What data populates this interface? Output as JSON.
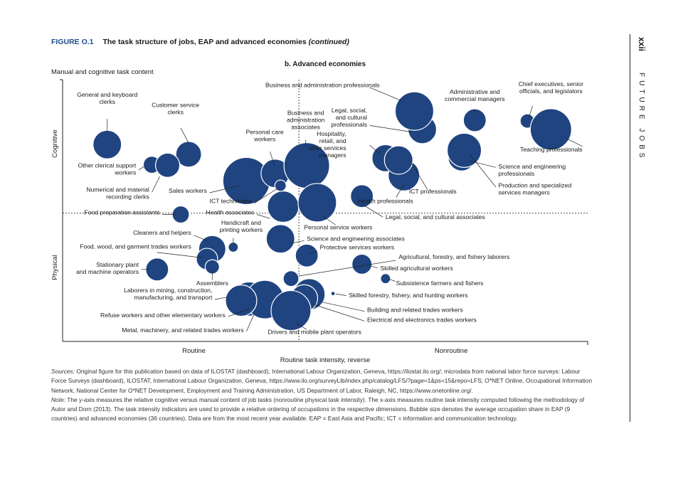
{
  "figure": {
    "number": "FIGURE O.1",
    "title": "The task structure of jobs, EAP and advanced economies",
    "continued": "(continued)"
  },
  "page": {
    "number": "xxii",
    "running_head": "FUTURE JOBS"
  },
  "notes": {
    "sources_label": "Sources:",
    "sources_text": "Original figure for this publication based on data of ILOSTAT (dashboard), International Labour Organization, Geneva, https://ilostat.ilo.org/; microdata from national labor force surveys: Labour Force Surveys (dashboard), ILOSTAT, International Labour Organization, Geneva, https://www.ilo.org/surveyLib/index.php/catalog/LFS/?page=1&ps=15&repo=LFS; O*NET Online, Occupational Information Network, National Center for O*NET Development, Employment and Training Administration, US Department of Labor, Raleigh, NC, https://www.onetonline.org/.",
    "note_label": "Note:",
    "note_text": "The y-axis measures the relative cognitive versus manual content of job tasks (nonroutine physical task intensity). The x-axis measures routine task intensity computed following the methodology of Autor and Dorn (2013). The task intensity indicators are used to provide a relative ordering of occupations in the respective dimensions. Bubble size denotes the average occupation share in EAP (9 countries) and advanced economies (36 countries). Data are from the most recent year available. EAP = East Asia and Pacific; ICT = information and communication technology."
  },
  "chart_data": {
    "type": "scatter",
    "title": "b. Advanced economies",
    "ylabel": "Manual and cognitive task content",
    "xlabel": "Routine task intensity, reverse",
    "x_tick_labels": [
      "Routine",
      "Nonroutine"
    ],
    "y_tick_labels": [
      "Cognitive",
      "Physical"
    ],
    "xlim": [
      0,
      100
    ],
    "ylim": [
      0,
      100
    ],
    "reference_lines": {
      "x": 45,
      "y": 49
    },
    "bubble_color": "#1f4480",
    "points": [
      {
        "label": "General and keyboard clerks",
        "x": 8.5,
        "y": 75.2,
        "size": 400
      },
      {
        "label": "Customer service clerks",
        "x": 24,
        "y": 71.5,
        "size": 324
      },
      {
        "label": "Other clerical support workers",
        "x": 17,
        "y": 67.5,
        "size": 144
      },
      {
        "label": "Numerical and material recording clerks",
        "x": 20,
        "y": 67.3,
        "size": 289
      },
      {
        "label": "Sales workers",
        "x": 35,
        "y": 61.3,
        "size": 1089
      },
      {
        "label": "Personal care workers",
        "x": 40.5,
        "y": 64.2,
        "size": 400
      },
      {
        "label": "Business and administration associates",
        "x": 46.5,
        "y": 67.2,
        "size": 1024
      },
      {
        "label": "Hospitality, retail, and other services managers",
        "x": 61.5,
        "y": 70.0,
        "size": 361
      },
      {
        "label": "Legal, social, and cultural professionals",
        "x": 68.5,
        "y": 81.0,
        "size": 400
      },
      {
        "label": "Business and administration professionals",
        "x": 67,
        "y": 88.0,
        "size": 729
      },
      {
        "label": "ICT professionals",
        "x": 65,
        "y": 63.5,
        "size": 484
      },
      {
        "label": "Administrative and commercial managers",
        "x": 78.5,
        "y": 84.5,
        "size": 256
      },
      {
        "label": "Chief executives, senior officials, and legislators",
        "x": 88.5,
        "y": 84.2,
        "size": 100
      },
      {
        "label": "Teaching professionals",
        "x": 93,
        "y": 81.0,
        "size": 841
      },
      {
        "label": "Science and engineering professionals",
        "x": 76,
        "y": 70.3,
        "size": 361
      },
      {
        "label": "Production and specialized services managers",
        "x": 76.5,
        "y": 73.0,
        "size": 576
      },
      {
        "label": "Health professionals",
        "x": 57,
        "y": 55.5,
        "size": 256
      },
      {
        "label": "Health associates",
        "x": 42,
        "y": 51.5,
        "size": 484
      },
      {
        "label": "Personal service workers",
        "x": 48.5,
        "y": 53.0,
        "size": 729
      },
      {
        "label": "Food preparation assistants",
        "x": 22.5,
        "y": 48.5,
        "size": 144
      },
      {
        "label": "ICT technicians",
        "x": 41.5,
        "y": 59.5,
        "size": 64
      },
      {
        "label": "Legal, social, and cultural associates",
        "x": 64,
        "y": 69.3,
        "size": 400
      },
      {
        "label": "Cleaners and helpers",
        "x": 28.5,
        "y": 35.3,
        "size": 361
      },
      {
        "label": "Handicraft and printing workers",
        "x": 32.5,
        "y": 36.0,
        "size": 49
      },
      {
        "label": "Food, wood, and garment trades workers",
        "x": 27.5,
        "y": 31.5,
        "size": 225
      },
      {
        "label": "Assemblers",
        "x": 28.5,
        "y": 28.5,
        "size": 100
      },
      {
        "label": "Stationary plant and machine operators",
        "x": 18,
        "y": 27.5,
        "size": 256
      },
      {
        "label": "Science and engineering associates",
        "x": 41.5,
        "y": 39.2,
        "size": 400
      },
      {
        "label": "Protective services workers",
        "x": 46.5,
        "y": 32.8,
        "size": 256
      },
      {
        "label": "Skilled agricultural workers",
        "x": 57,
        "y": 29.5,
        "size": 196
      },
      {
        "label": "Subsistence farmers and fishers",
        "x": 61.5,
        "y": 24.0,
        "size": 49
      },
      {
        "label": "Agricultural, forestry, and fishery laborers",
        "x": 43.5,
        "y": 24.0,
        "size": 121
      },
      {
        "label": "Skilled forestry, fishery, and hunting workers",
        "x": 51.5,
        "y": 18.3,
        "size": 9
      },
      {
        "label": "Laborers in mining, construction, manufacturing, and transport",
        "x": 35.5,
        "y": 16.2,
        "size": 576
      },
      {
        "label": "Refuse workers and other elementary workers",
        "x": 38.5,
        "y": 16.0,
        "size": 729
      },
      {
        "label": "Building and related trades workers",
        "x": 47,
        "y": 18.0,
        "size": 484
      },
      {
        "label": "Electrical and electronics trades workers",
        "x": 46,
        "y": 16.5,
        "size": 361
      },
      {
        "label": "Metal, machinery, and related trades workers",
        "x": 34,
        "y": 15.6,
        "size": 484
      },
      {
        "label": "Drivers and mobile plant operators",
        "x": 43.5,
        "y": 11.8,
        "size": 784
      }
    ],
    "annotations": [
      {
        "text": "General and keyboard|clerks",
        "tx": 8.5,
        "ty": 93.5,
        "align": "middle",
        "lx1": 8.5,
        "ly1": 85.0,
        "lx2": 8.5,
        "ly2": 80.0
      },
      {
        "text": "Customer service|clerks",
        "tx": 21.5,
        "ty": 89.5,
        "align": "middle",
        "lx1": 22.5,
        "ly1": 81.5,
        "lx2": 24,
        "ly2": 75.8
      },
      {
        "text": "Other clerical support|workers",
        "tx": 14,
        "ty": 66.5,
        "align": "end",
        "lx1": 14.5,
        "ly1": 65.5,
        "lx2": 15.5,
        "ly2": 66.8
      },
      {
        "text": "Numerical and material|recording clerks",
        "tx": 16.5,
        "ty": 57.2,
        "align": "end",
        "lx1": 17.0,
        "ly1": 57.0,
        "lx2": 18.5,
        "ly2": 63.0
      },
      {
        "text": "Sales workers",
        "tx": 27.5,
        "ty": 56.8,
        "align": "end",
        "lx1": 28.0,
        "ly1": 56.8,
        "lx2": 33.5,
        "ly2": 59.5
      },
      {
        "text": "Personal care|workers",
        "tx": 38.5,
        "ty": 79.2,
        "align": "middle",
        "lx1": 39.5,
        "ly1": 72.5,
        "lx2": 40.3,
        "ly2": 67.5
      },
      {
        "text": "Business and|administration|associates",
        "tx": 46.3,
        "ty": 86.5,
        "align": "middle",
        "lx1": 46.3,
        "ly1": 77.0,
        "lx2": 46.3,
        "ly2": 74.0
      },
      {
        "text": "Business and administration professionals",
        "tx": 49.5,
        "ty": 97.2,
        "align": "middle",
        "lx1": 58.5,
        "ly1": 97.0,
        "lx2": 64.5,
        "ly2": 92.0
      },
      {
        "text": "Legal, social,|and cultural|professionals",
        "tx": 58,
        "ty": 87.5,
        "align": "end",
        "lx1": 58.5,
        "ly1": 82.5,
        "lx2": 66.5,
        "ly2": 80.0
      },
      {
        "text": "Hospitality,|retail, and|other services|managers",
        "tx": 54,
        "ty": 78.5,
        "align": "end",
        "lx1": 58.5,
        "ly1": 75.0,
        "lx2": 60.5,
        "ly2": 71.5
      },
      {
        "text": "Administrative and|commercial managers",
        "tx": 78.5,
        "ty": 94.5,
        "align": "middle",
        "lx1": 78.5,
        "ly1": 88.5,
        "lx2": 78.5,
        "ly2": 87.0
      },
      {
        "text": "Chief executives, senior|officials, and legislators",
        "tx": 93,
        "ty": 97.5,
        "align": "middle",
        "lx1": 89.5,
        "ly1": 90.0,
        "lx2": 88.8,
        "ly2": 85.5
      },
      {
        "text": "Teaching professionals",
        "tx": 99,
        "ty": 72.6,
        "align": "end",
        "lx1": 99,
        "ly1": 74.5,
        "lx2": 96,
        "ly2": 77.5
      },
      {
        "text": "Science and engineering|professionals",
        "tx": 83,
        "ty": 66.0,
        "align": "start",
        "lx1": 82.5,
        "ly1": 66.5,
        "lx2": 77.5,
        "ly2": 69.0
      },
      {
        "text": "Production and specialized|services managers",
        "tx": 83,
        "ty": 58.8,
        "align": "start",
        "lx1": 82.5,
        "ly1": 59.0,
        "lx2": 77.5,
        "ly2": 71.5
      },
      {
        "text": "ICT professionals",
        "tx": 70.5,
        "ty": 56.5,
        "align": "middle",
        "lx1": 69.5,
        "ly1": 58.0,
        "lx2": 66.5,
        "ly2": 68.0
      },
      {
        "text": "Health professionals",
        "tx": 61.5,
        "ty": 52.8,
        "align": "middle",
        "lx1": 63.5,
        "ly1": 55.0,
        "lx2": 65.0,
        "ly2": 60.0
      },
      {
        "text": "Legal, social, and cultural associates",
        "tx": 61.5,
        "ty": 46.8,
        "align": "start",
        "lx1": 61.0,
        "ly1": 47.5,
        "lx2": 57.0,
        "ly2": 52.5
      },
      {
        "text": "ICT technicians",
        "tx": 36,
        "ty": 52.8,
        "align": "end",
        "lx1": 36.5,
        "ly1": 52.8,
        "lx2": 41.0,
        "ly2": 58.5
      },
      {
        "text": "Health associates",
        "tx": 36.5,
        "ty": 48.5,
        "align": "end",
        "lx1": 37.0,
        "ly1": 48.5,
        "lx2": 39.5,
        "ly2": 47.0
      },
      {
        "text": "Food preparation assistants",
        "tx": 18.5,
        "ty": 48.5,
        "align": "end",
        "lx1": 19.0,
        "ly1": 48.5,
        "lx2": 21.5,
        "ly2": 48.5
      },
      {
        "text": "Personal service workers",
        "tx": 52.5,
        "ty": 42.8,
        "align": "middle",
        "lx1": 52.0,
        "ly1": 44.5,
        "lx2": 49.5,
        "ly2": 48.0
      },
      {
        "text": "Handicraft and|printing workers",
        "tx": 34,
        "ty": 44.5,
        "align": "middle",
        "lx1": 32.5,
        "ly1": 39.5,
        "lx2": 32.5,
        "ly2": 37.3
      },
      {
        "text": "Cleaners and helpers",
        "tx": 24.5,
        "ty": 40.8,
        "align": "end",
        "lx1": 25.0,
        "ly1": 40.5,
        "lx2": 27.5,
        "ly2": 38.5
      },
      {
        "text": "Food, wood, and garment trades workers",
        "tx": 24.5,
        "ty": 35.5,
        "align": "end",
        "lx1": 18.0,
        "ly1": 34.0,
        "lx2": 26.5,
        "ly2": 32.0
      },
      {
        "text": "Stationary plant|and machine operators",
        "tx": 14.5,
        "ty": 28.5,
        "align": "end",
        "lx1": 15.0,
        "ly1": 27.5,
        "lx2": 16.5,
        "ly2": 27.5
      },
      {
        "text": "Assemblers",
        "tx": 28.5,
        "ty": 21.5,
        "align": "middle",
        "lx1": 28.5,
        "ly1": 23.5,
        "lx2": 28.5,
        "ly2": 27.0
      },
      {
        "text": "Science and engineering associates",
        "tx": 46.5,
        "ty": 38.5,
        "align": "start",
        "lx1": 46.0,
        "ly1": 38.5,
        "lx2": 43.5,
        "ly2": 37.5
      },
      {
        "text": "Protective services workers",
        "tx": 49,
        "ty": 35.2,
        "align": "start",
        "lx1": 48.5,
        "ly1": 34.5,
        "lx2": 47.0,
        "ly2": 33.5
      },
      {
        "text": "Agricultural, forestry, and fishery laborers",
        "tx": 64,
        "ty": 31.5,
        "align": "start",
        "lx1": 63.5,
        "ly1": 31.0,
        "lx2": 45.0,
        "ly2": 25.0
      },
      {
        "text": "Skilled agricultural workers",
        "tx": 60.5,
        "ty": 27.2,
        "align": "start",
        "lx1": 60.0,
        "ly1": 28.0,
        "lx2": 58.5,
        "ly2": 29.0
      },
      {
        "text": "Subsistence farmers and fishers",
        "tx": 63.5,
        "ty": 21.5,
        "align": "start",
        "lx1": 63.3,
        "ly1": 23.0,
        "lx2": 62.2,
        "ly2": 23.8
      },
      {
        "text": "Skilled forestry, fishery, and hunting workers",
        "tx": 54.5,
        "ty": 16.8,
        "align": "start",
        "lx1": 54.0,
        "ly1": 17.5,
        "lx2": 52.0,
        "ly2": 18.2
      },
      {
        "text": "Laborers in mining, construction,|manufacturing, and transport",
        "tx": 28.5,
        "ty": 18.8,
        "align": "end",
        "lx1": 29.0,
        "ly1": 16.0,
        "lx2": 31.5,
        "ly2": 17.0
      },
      {
        "text": "Building and related trades workers",
        "tx": 58,
        "ty": 11.3,
        "align": "start",
        "lx1": 57.5,
        "ly1": 11.5,
        "lx2": 49.5,
        "ly2": 15.0
      },
      {
        "text": "Refuse workers and other elementary workers",
        "tx": 31,
        "ty": 9.2,
        "align": "end",
        "lx1": 31.5,
        "ly1": 9.5,
        "lx2": 35.5,
        "ly2": 12.5
      },
      {
        "text": "Electrical and electronics trades workers",
        "tx": 58,
        "ty": 7.5,
        "align": "start",
        "lx1": 57.5,
        "ly1": 7.8,
        "lx2": 48.0,
        "ly2": 14.0
      },
      {
        "text": "Metal, machinery, and related trades workers",
        "tx": 34.5,
        "ty": 3.5,
        "align": "end",
        "lx1": 35.0,
        "ly1": 3.8,
        "lx2": 36.5,
        "ly2": 10.5
      },
      {
        "text": "Drivers and mobile plant operators",
        "tx": 48,
        "ty": 2.8,
        "align": "middle",
        "lx1": 46.5,
        "ly1": 4.5,
        "lx2": 44.5,
        "ly2": 7.0
      }
    ]
  }
}
